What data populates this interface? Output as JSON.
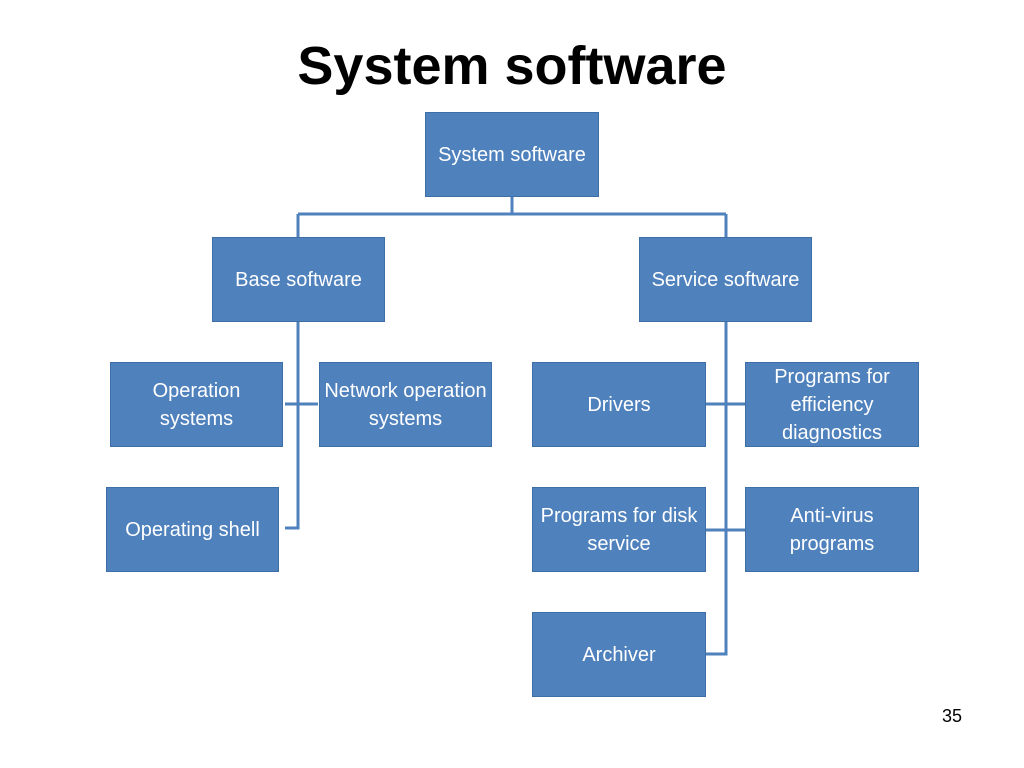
{
  "title": "System software",
  "page_number": "35",
  "colors": {
    "box_fill": "#4f81bd",
    "connector": "#4f81bd",
    "text": "#ffffff"
  },
  "nodes": {
    "root": "System software",
    "base": "Base software",
    "service": "Service software",
    "operation_systems": "Operation systems",
    "network_operation_systems": "Network operation systems",
    "operating_shell": "Operating shell",
    "drivers": "Drivers",
    "programs_efficiency_diagnostics": "Programs for efficiency diagnostics",
    "programs_disk_service": "Programs for disk service",
    "anti_virus_programs": "Anti-virus programs",
    "archiver": "Archiver"
  }
}
